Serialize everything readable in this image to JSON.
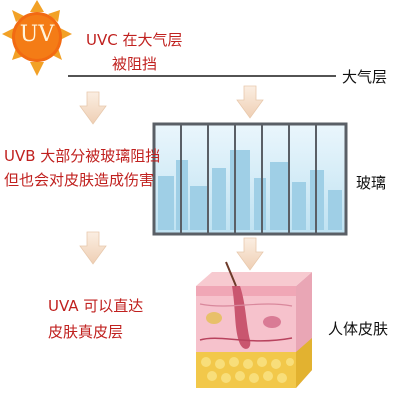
{
  "sun": {
    "label": "UV"
  },
  "uvc": {
    "line1": "UVC 在大气层",
    "line2": "被阻挡"
  },
  "uvb": {
    "line1": "UVB 大部分被玻璃阻挡",
    "line2": "但也会对皮肤造成伤害"
  },
  "uva": {
    "line1": "UVA 可以直达",
    "line2": "皮肤真皮层"
  },
  "labels": {
    "atmosphere": "大气层",
    "glass": "玻璃",
    "skin": "人体皮肤"
  },
  "colors": {
    "sun": "#f08a1c",
    "sun_core": "#f26a12",
    "text_red": "#c0211f",
    "arrow": "#f3dcc8",
    "glass_frame": "#5a5f66",
    "glass_sky": "#a8d4ea",
    "skin_pink": "#f3b7c5",
    "fat_yellow": "#f2c84a"
  }
}
